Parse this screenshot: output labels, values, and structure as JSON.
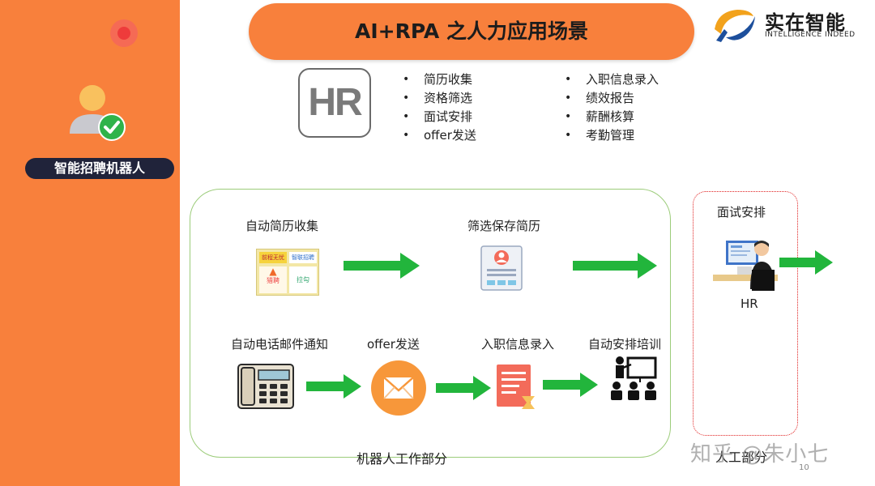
{
  "title": "AI+RPA 之人力应用场景",
  "logo": {
    "cn": "实在智能",
    "en": "INTELLIGENCE INDEED"
  },
  "sidebar": {
    "robot_label": "智能招聘机器人"
  },
  "hr_box": {
    "text": "HR"
  },
  "scenarios_left": [
    "简历收集",
    "资格筛选",
    "面试安排",
    "offer发送"
  ],
  "scenarios_right": [
    "入职信息录入",
    "绩效报告",
    "薪酬核算",
    "考勤管理"
  ],
  "flow": {
    "step1": "自动简历收集",
    "step2": "筛选保存简历",
    "step3": "面试安排",
    "hr_caption": "HR",
    "step4": "自动电话邮件通知",
    "step5": "offer发送",
    "step6": "入职信息录入",
    "step7": "自动安排培训"
  },
  "sites": [
    "前程无忧",
    "智联招聘",
    "猎聘",
    "拉勾"
  ],
  "robot_area_label": "机器人工作部分",
  "manual_area_label": "人工部分",
  "watermark": "知乎 @朱小七",
  "page_number": "10",
  "colors": {
    "orange": "#f8803c",
    "green_arrow": "#22b53c",
    "dark_label": "#20233a",
    "dotted_red": "#e02020"
  }
}
